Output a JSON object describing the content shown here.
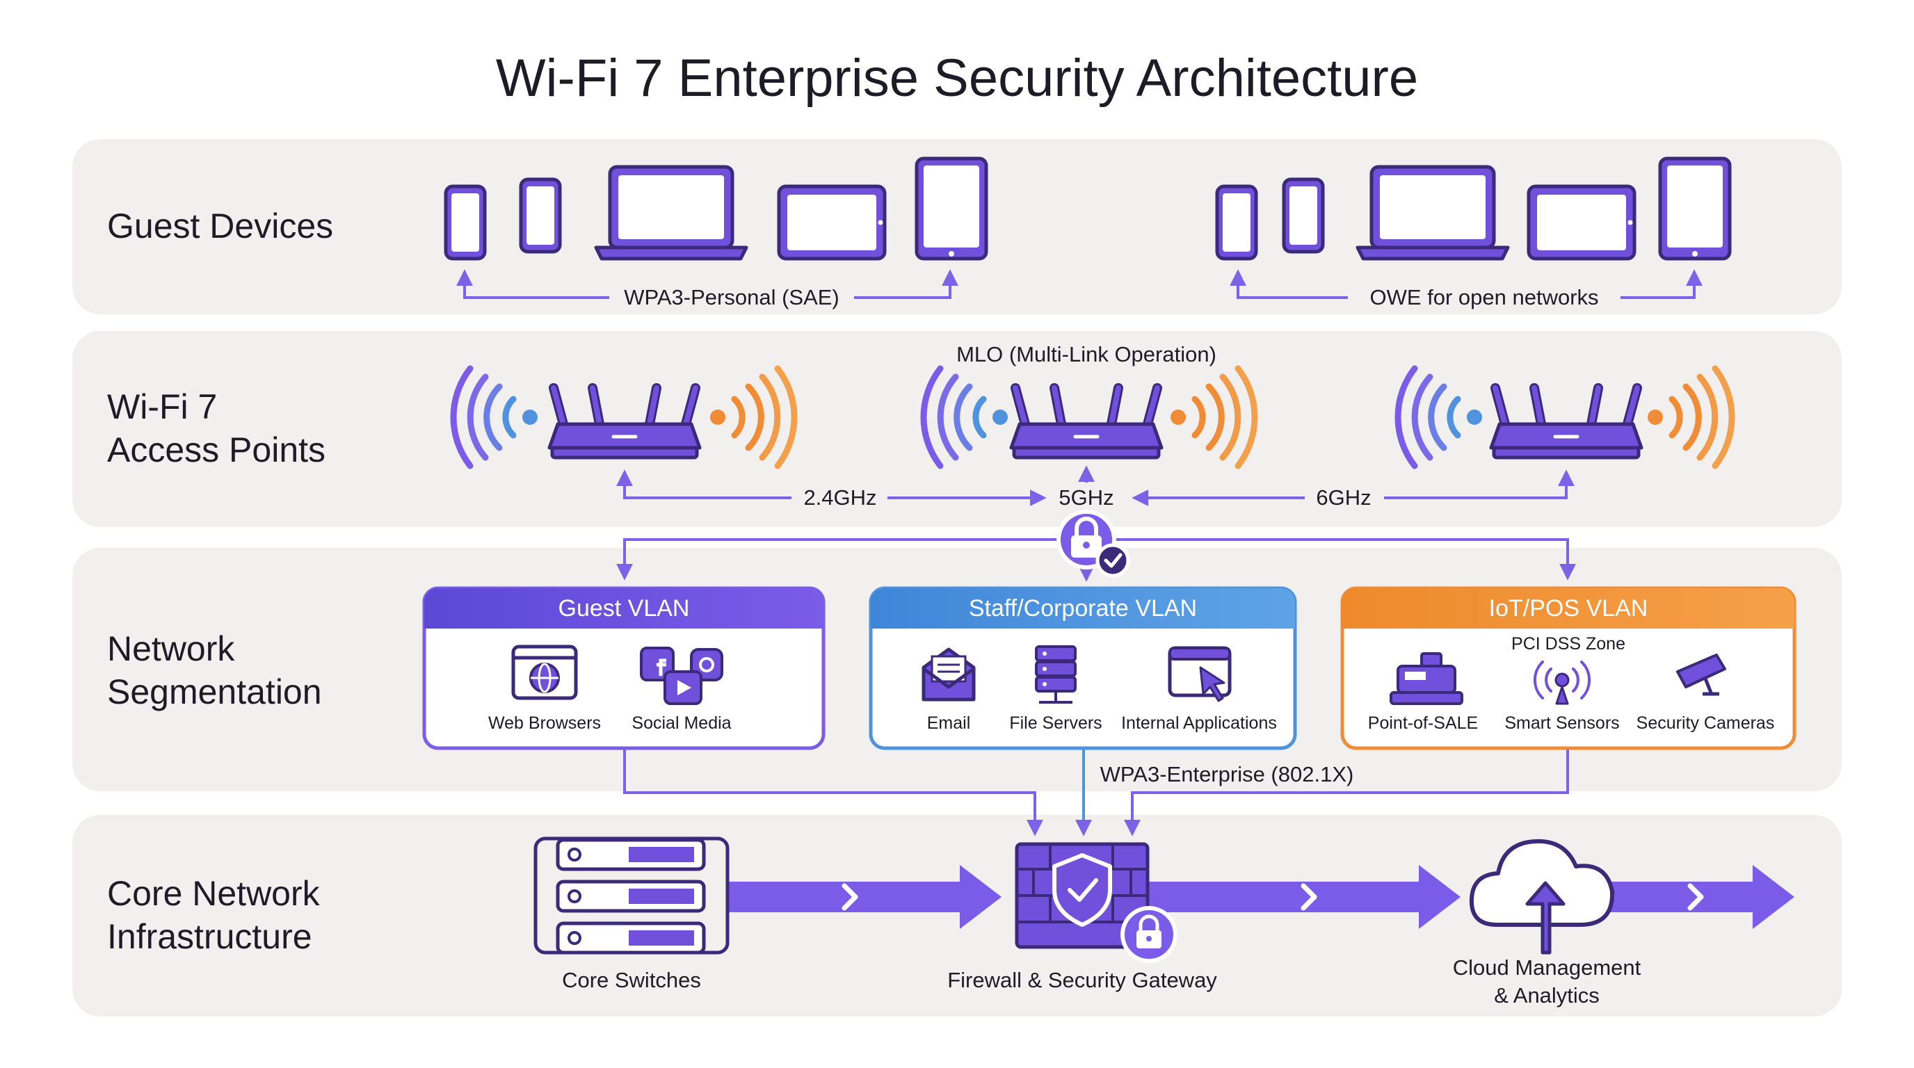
{
  "title": "Wi-Fi 7 Enterprise Security Architecture",
  "rows": {
    "guest_devices": "Guest Devices",
    "access_points": [
      "Wi-Fi 7",
      "Access Points"
    ],
    "segmentation": [
      "Network",
      "Segmentation"
    ],
    "core": [
      "Core Network",
      "Infrastructure"
    ]
  },
  "devices": {
    "left_label": "WPA3-Personal (SAE)",
    "right_label": "OWE for open networks"
  },
  "access": {
    "mlo_label": "MLO (Multi-Link Operation)",
    "bands": [
      "2.4GHz",
      "5GHz",
      "6GHz"
    ]
  },
  "vlans": {
    "guest": {
      "title": "Guest VLAN",
      "items": [
        "Web Browsers",
        "Social Media"
      ],
      "color": "#7b5ce8"
    },
    "staff": {
      "title": "Staff/Corporate VLAN",
      "items": [
        "Email",
        "File Servers",
        "Internal Applications"
      ],
      "color": "#4f93de"
    },
    "iot": {
      "title": "IoT/POS VLAN",
      "zone": "PCI DSS Zone",
      "items": [
        "Point-of-SALE",
        "Smart Sensors",
        "Security Cameras"
      ],
      "color": "#f08c35"
    }
  },
  "enterprise_label": "WPA3-Enterprise (802.1X)",
  "core_nodes": {
    "switches": "Core Switches",
    "firewall": "Firewall & Security Gateway",
    "cloud": [
      "Cloud Management",
      "& Analytics"
    ]
  },
  "colors": {
    "accent": "#7b5ce8",
    "device_fill": "#7150dc",
    "outline": "#3b2a7a",
    "wave_blue": "#4f93de",
    "wave_orange": "#f08c35",
    "panel": "#f1f0ee"
  },
  "icons": [
    "phone-icon",
    "laptop-icon",
    "tablet-icon",
    "router-icon",
    "lock-icon",
    "globe-icon",
    "social-icon",
    "email-icon",
    "server-icon",
    "app-window-icon",
    "pos-icon",
    "sensor-icon",
    "camera-icon",
    "switch-icon",
    "firewall-icon",
    "cloud-icon"
  ]
}
